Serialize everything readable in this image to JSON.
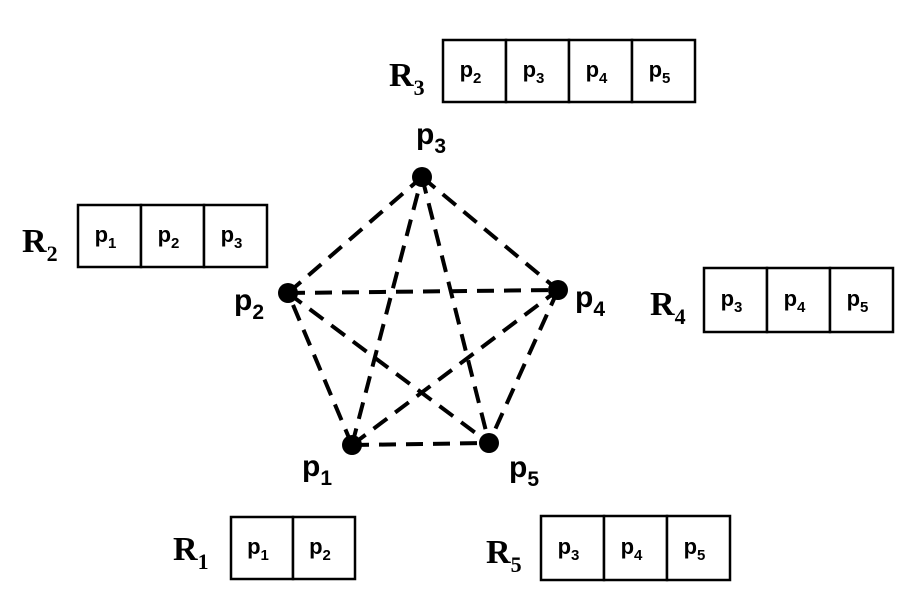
{
  "nodes": [
    {
      "id": "p1",
      "name": "p",
      "sub": "1"
    },
    {
      "id": "p2",
      "name": "p",
      "sub": "2"
    },
    {
      "id": "p3",
      "name": "p",
      "sub": "3"
    },
    {
      "id": "p4",
      "name": "p",
      "sub": "4"
    },
    {
      "id": "p5",
      "name": "p",
      "sub": "5"
    }
  ],
  "edges": [
    [
      "p1",
      "p2"
    ],
    [
      "p1",
      "p3"
    ],
    [
      "p1",
      "p4"
    ],
    [
      "p1",
      "p5"
    ],
    [
      "p2",
      "p3"
    ],
    [
      "p2",
      "p4"
    ],
    [
      "p2",
      "p5"
    ],
    [
      "p3",
      "p4"
    ],
    [
      "p3",
      "p5"
    ],
    [
      "p4",
      "p5"
    ]
  ],
  "registers": [
    {
      "id": "R1",
      "name": "R",
      "sub": "1",
      "cells": [
        {
          "name": "p",
          "sub": "1"
        },
        {
          "name": "p",
          "sub": "2"
        }
      ]
    },
    {
      "id": "R2",
      "name": "R",
      "sub": "2",
      "cells": [
        {
          "name": "p",
          "sub": "1"
        },
        {
          "name": "p",
          "sub": "2"
        },
        {
          "name": "p",
          "sub": "3"
        }
      ]
    },
    {
      "id": "R3",
      "name": "R",
      "sub": "3",
      "cells": [
        {
          "name": "p",
          "sub": "2"
        },
        {
          "name": "p",
          "sub": "3"
        },
        {
          "name": "p",
          "sub": "4"
        },
        {
          "name": "p",
          "sub": "5"
        }
      ]
    },
    {
      "id": "R4",
      "name": "R",
      "sub": "4",
      "cells": [
        {
          "name": "p",
          "sub": "3"
        },
        {
          "name": "p",
          "sub": "4"
        },
        {
          "name": "p",
          "sub": "5"
        }
      ]
    },
    {
      "id": "R5",
      "name": "R",
      "sub": "5",
      "cells": [
        {
          "name": "p",
          "sub": "3"
        },
        {
          "name": "p",
          "sub": "4"
        },
        {
          "name": "p",
          "sub": "5"
        }
      ]
    }
  ]
}
